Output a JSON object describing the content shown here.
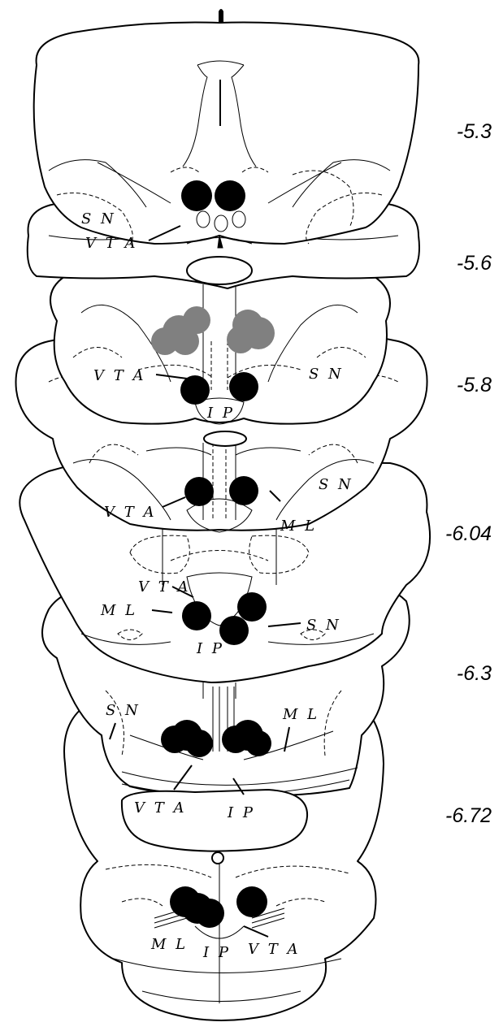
{
  "coordinates": [
    "-5.3",
    "-5.6",
    "-5.8",
    "-6.04",
    "-6.3",
    "-6.72"
  ],
  "regions": {
    "sn": "S N",
    "vta": "V T A",
    "ip": "I P",
    "ml": "M L"
  },
  "colors": {
    "lesion_black": "#000000",
    "lesion_gray": "#808080",
    "outline": "#000000",
    "background": "#ffffff"
  }
}
